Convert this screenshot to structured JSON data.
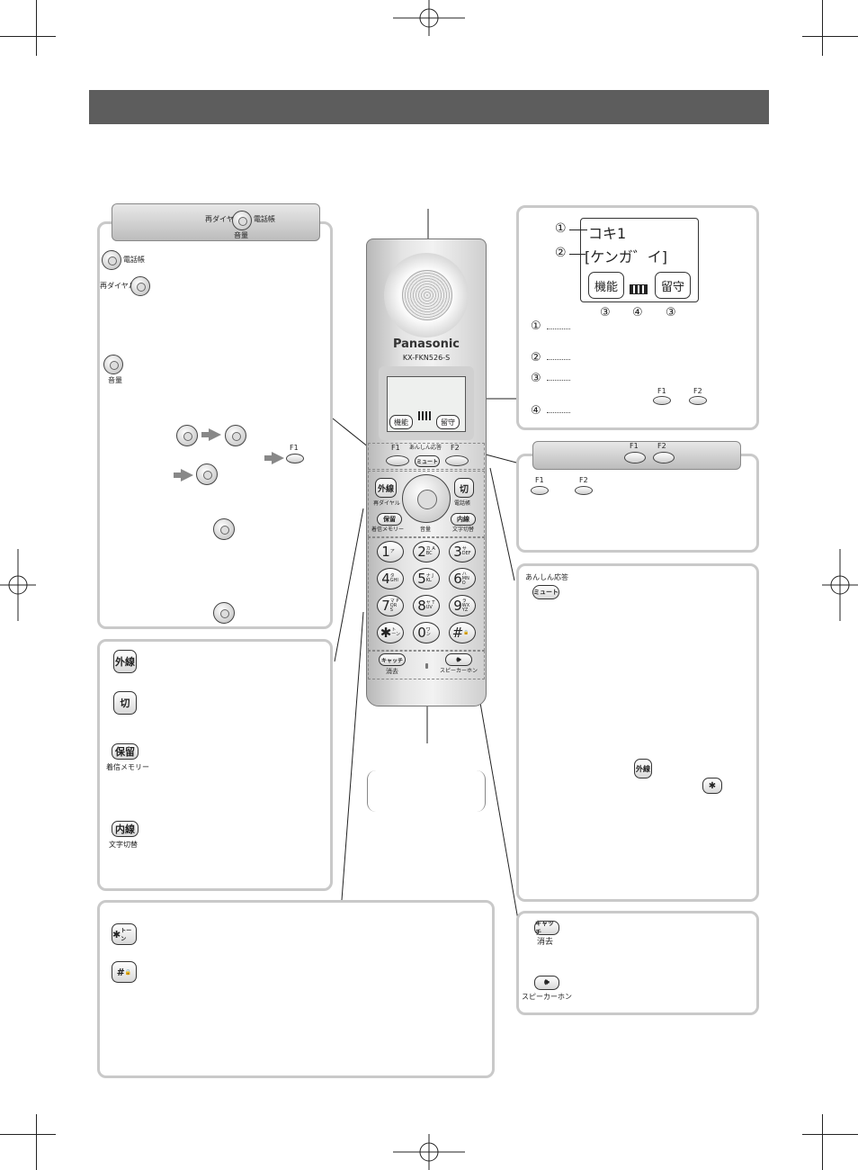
{
  "labels": {
    "redial": "再ダイヤル",
    "phonebook": "電話帳",
    "volume": "音量",
    "f1": "F1",
    "f2": "F2",
    "anshin": "あんしん応答",
    "mute": "ミュート",
    "gaisen": "外線",
    "kiri": "切",
    "horyu": "保留",
    "chakushin_memory": "着信メモリー",
    "naisen": "内線",
    "moji_kirikae": "文字切替",
    "catch": "キャッチ",
    "shokyo": "消去",
    "speaker_btn": "🕪",
    "speakerphone": "スピーカーホン",
    "star_key": "✱",
    "star_sym": "✱",
    "star_sub": "トーン",
    "hash_key": "#",
    "hash_sub": "🔒"
  },
  "phone": {
    "brand": "Panasonic",
    "model": "KX-FKN526-S",
    "soft_left": "機能",
    "soft_right": "留守"
  },
  "keypad": [
    {
      "num": "1",
      "sub": "ア"
    },
    {
      "num": "2",
      "sub": "カ ABC"
    },
    {
      "num": "3",
      "sub": "サ DEF"
    },
    {
      "num": "4",
      "sub": "タ GHI"
    },
    {
      "num": "5",
      "sub": "ナ JKL"
    },
    {
      "num": "6",
      "sub": "ハ MNO"
    },
    {
      "num": "7",
      "sub": "マ PQRS"
    },
    {
      "num": "8",
      "sub": "ヤ TUV"
    },
    {
      "num": "9",
      "sub": "ラ WXYZ"
    },
    {
      "num": "✱",
      "sub": "トーン"
    },
    {
      "num": "0",
      "sub": "ワ ン"
    },
    {
      "num": "#",
      "sub": "🔒"
    }
  ],
  "display": {
    "line1": "コキ1",
    "line2": "[ケンガ゛イ]",
    "soft_left": "機能",
    "soft_right": "留守",
    "num1": "①",
    "num2": "②",
    "num3": "③",
    "num4": "④"
  }
}
